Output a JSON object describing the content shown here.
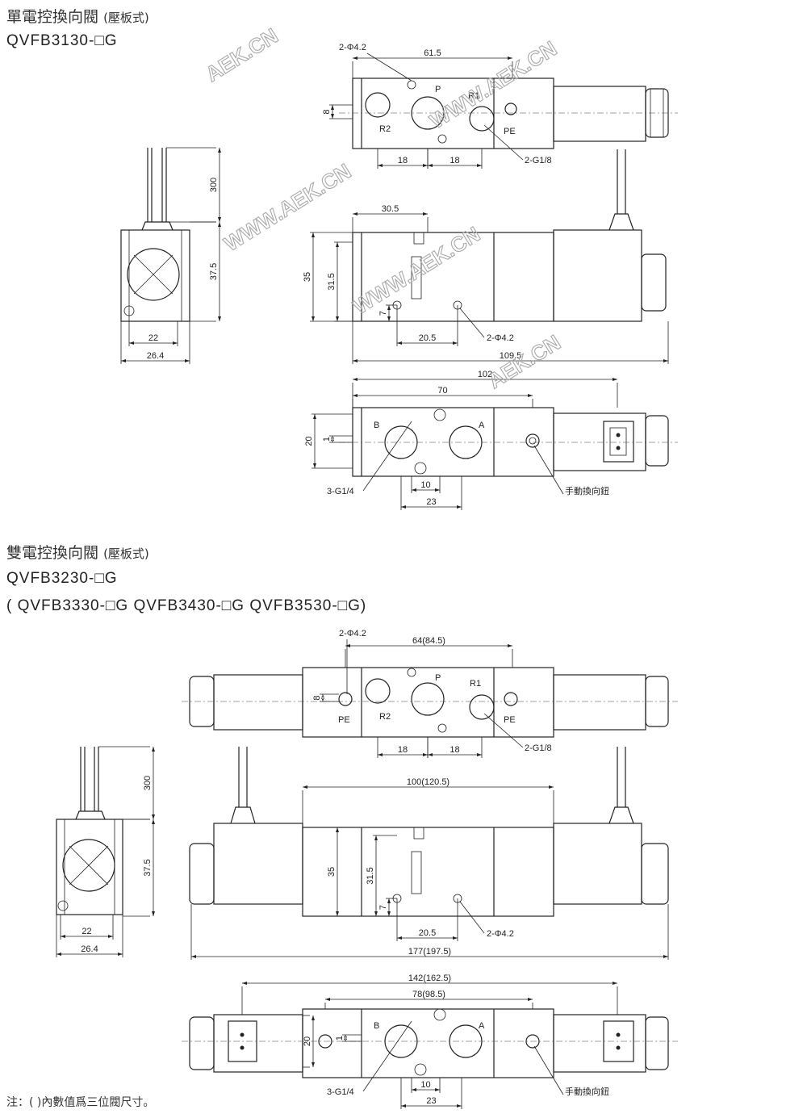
{
  "single": {
    "title": "單電控換向閥",
    "title_note": "(壓板式)",
    "model": "QVFB3130-□G",
    "top": {
      "hole_label": "2-Φ4.2",
      "dim_width": "61.5",
      "dim_8": "8",
      "port_p": "P",
      "port_r1": "R1",
      "port_r2": "R2",
      "port_pe": "PE",
      "dim_18a": "18",
      "dim_18b": "18",
      "thread_label": "2-G1/8"
    },
    "side": {
      "dim_300": "300",
      "dim_37_5": "37.5",
      "dim_22": "22",
      "dim_26_4": "26.4"
    },
    "front": {
      "dim_30_5": "30.5",
      "dim_35": "35",
      "dim_31_5": "31.5",
      "dim_7": "7",
      "dim_20_5": "20.5",
      "hole_label": "2-Φ4.2",
      "dim_total": "109.5"
    },
    "bottom": {
      "dim_102": "102",
      "dim_70": "70",
      "dim_20": "20",
      "dim_1": "1",
      "port_b": "B",
      "port_a": "A",
      "thread_label": "3-G1/4",
      "dim_10": "10",
      "dim_23": "23",
      "manual_label": "手動換向鈕"
    }
  },
  "double": {
    "title": "雙電控換向閥",
    "title_note": "(壓板式)",
    "model": "QVFB3230-□G",
    "alt_models": "( QVFB3330-□G  QVFB3430-□G  QVFB3530-□G)",
    "top": {
      "hole_label": "2-Φ4.2",
      "dim_width": "64(84.5)",
      "dim_8": "8",
      "port_p": "P",
      "port_r1": "R1",
      "port_r2": "R2",
      "port_pe_left": "PE",
      "port_pe_right": "PE",
      "dim_18a": "18",
      "dim_18b": "18",
      "thread_label": "2-G1/8"
    },
    "side": {
      "dim_300": "300",
      "dim_37_5": "37.5",
      "dim_22": "22",
      "dim_26_4": "26.4"
    },
    "front": {
      "dim_body": "100(120.5)",
      "dim_35": "35",
      "dim_31_5": "31.5",
      "dim_7": "7",
      "dim_20_5": "20.5",
      "hole_label": "2-Φ4.2",
      "dim_total": "177(197.5)"
    },
    "bottom": {
      "dim_142": "142(162.5)",
      "dim_78": "78(98.5)",
      "dim_20": "20",
      "dim_1": "1",
      "port_b": "B",
      "port_a": "A",
      "thread_label": "3-G1/4",
      "dim_10": "10",
      "dim_23": "23",
      "manual_label": "手動換向鈕"
    }
  },
  "note": "注：( )內數值爲三位閥尺寸。",
  "watermarks": {
    "short": "AEK.CN",
    "long": "WWW.AEK.CN"
  }
}
